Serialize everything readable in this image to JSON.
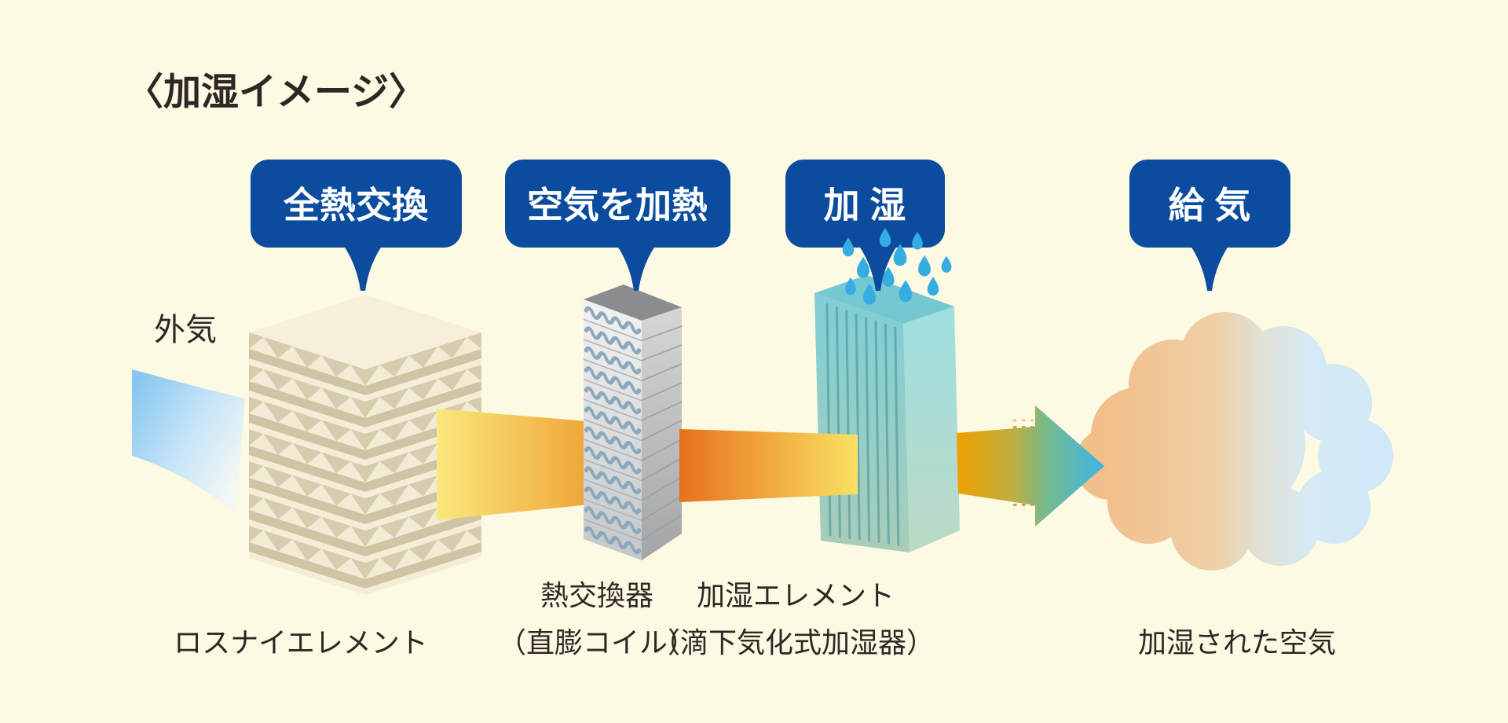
{
  "title": "〈加湿イメージ〉",
  "inlet_label": "外気",
  "process_bubbles": [
    {
      "label": "全熱交換"
    },
    {
      "label": "空気を加熱"
    },
    {
      "label": "加 湿"
    },
    {
      "label": "給 気"
    }
  ],
  "captions": {
    "lossnay": "ロスナイエレメント",
    "heat_exchanger_line1": "熱交換器",
    "heat_exchanger_line2": "（直膨コイル）",
    "humidifier_line1": "加湿エレメント",
    "humidifier_line2": "（滴下気化式加湿器）",
    "humidified_air": "加湿された空気"
  },
  "colors": {
    "background": "#FDFAE3",
    "bubble_blue": "#0B4C9E",
    "text_dark": "#2F2725",
    "water_drop_blue": "#35ADE3",
    "arrow_cold_blue": "#85C6EF",
    "arrow_warm_yellow": "#F9E87D",
    "arrow_hot_orange": "#E8701C",
    "arrow_humid_blue": "#3FB3E8",
    "lossnay_cream": "#F4EED6",
    "lossnay_tan": "#CFC5A4",
    "coil_wave_gray_blue": "#8CA8BC",
    "humidifier_teal": "#7FCED6"
  }
}
